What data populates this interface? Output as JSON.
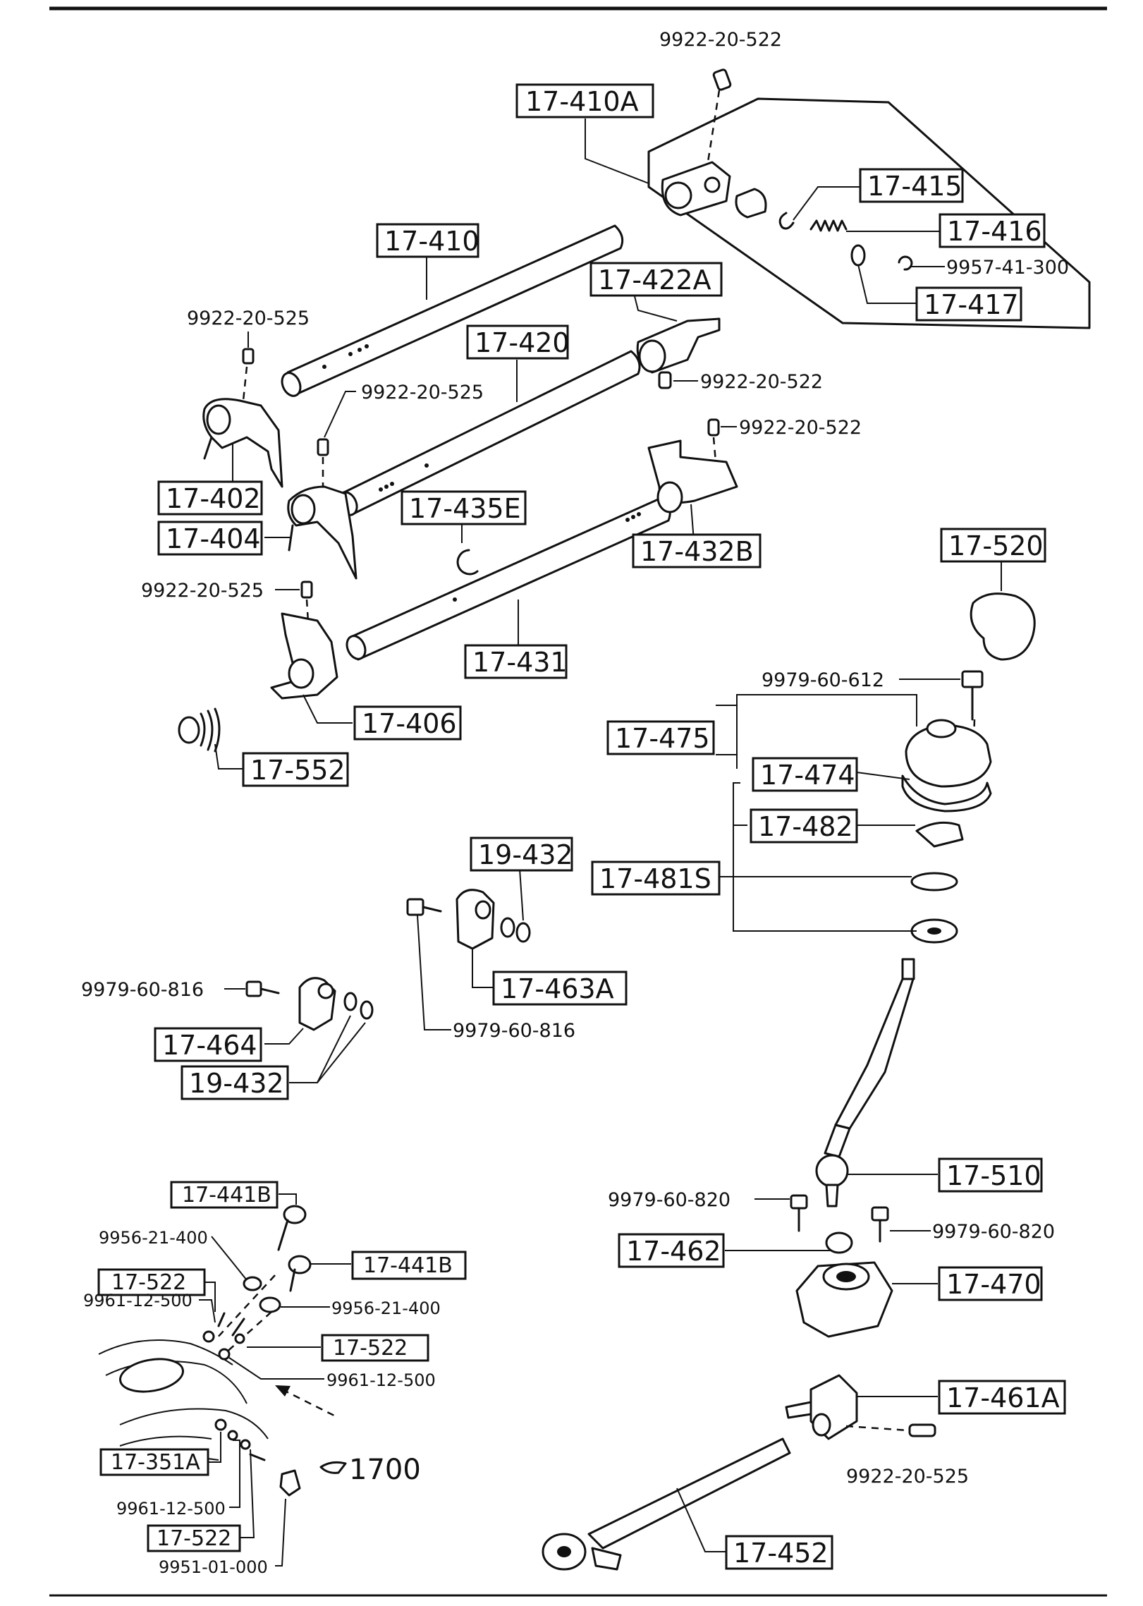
{
  "labels": {
    "p17_410A": "17-410A",
    "p17_415": "17-415",
    "p17_416": "17-416",
    "p17_417": "17-417",
    "p17_410": "17-410",
    "p17_422A": "17-422A",
    "p17_420": "17-420",
    "p17_402": "17-402",
    "p17_404": "17-404",
    "p17_435E": "17-435E",
    "p17_432B": "17-432B",
    "p17_431": "17-431",
    "p17_406": "17-406",
    "p17_552": "17-552",
    "p17_520": "17-520",
    "p17_475": "17-475",
    "p17_474": "17-474",
    "p17_482": "17-482",
    "p17_481S": "17-481S",
    "p19_432_a": "19-432",
    "p17_463A": "17-463A",
    "p17_464": "17-464",
    "p19_432_b": "19-432",
    "p17_510": "17-510",
    "p17_462": "17-462",
    "p17_470": "17-470",
    "p17_461A": "17-461A",
    "p17_452": "17-452",
    "p17_441B_a": "17-441B",
    "p17_441B_b": "17-441B",
    "p17_522_a": "17-522",
    "p17_522_b": "17-522",
    "p17_351A": "17-351A",
    "p17_522_c": "17-522"
  },
  "part_numbers": {
    "n_top": "9922-20-522",
    "n_9957": "9957-41-300",
    "n_525_a": "9922-20-525",
    "n_522_b": "9922-20-522",
    "n_525_b": "9922-20-525",
    "n_522_c": "9922-20-522",
    "n_525_c": "9922-20-525",
    "n_612": "9979-60-612",
    "n_816_a": "9979-60-816",
    "n_816_b": "9979-60-816",
    "n_820_a": "9979-60-820",
    "n_820_b": "9979-60-820",
    "n_525_d": "9922-20-525",
    "n_9956_a": "9956-21-400",
    "n_9956_b": "9956-21-400",
    "n_9961_a": "9961-12-500",
    "n_9961_b": "9961-12-500",
    "n_9961_c": "9961-12-500",
    "n_9951": "9951-01-000",
    "n_1700": "1700"
  }
}
